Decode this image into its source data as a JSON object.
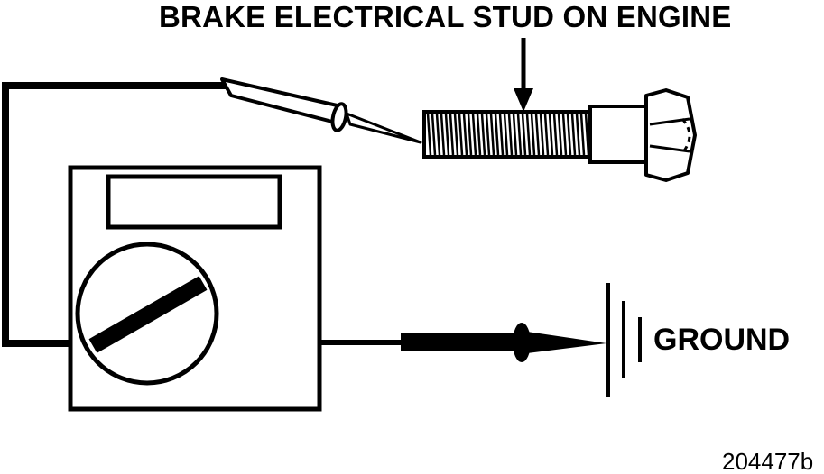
{
  "labels": {
    "title": "BRAKE ELECTRICAL STUD ON ENGINE",
    "ground": "GROUND",
    "figure_id": "204477b"
  },
  "colors": {
    "ink": "#000000",
    "paper": "#ffffff"
  }
}
